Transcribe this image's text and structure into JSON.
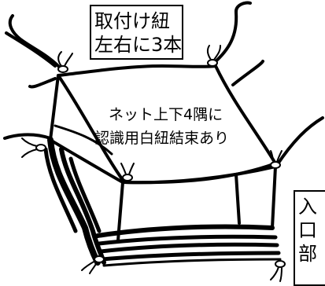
{
  "labels": {
    "ties": [
      "取付け紐",
      "左右に3本"
    ],
    "bundle": [
      "ネット上下4隅に",
      "認識用白紐結束あり"
    ],
    "entrance": [
      "入",
      "口",
      "部"
    ]
  },
  "colors": {
    "stroke": "#000000",
    "fill": "#ffffff"
  },
  "icons": [
    "knot-icon"
  ]
}
